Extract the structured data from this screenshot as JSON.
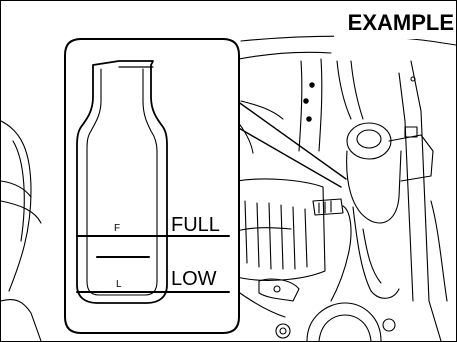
{
  "badge": {
    "text": "EXAMPLE"
  },
  "reservoir_marks": {
    "upper": "F",
    "lower": "L"
  },
  "levels": {
    "full": "FULL",
    "low": "LOW"
  }
}
